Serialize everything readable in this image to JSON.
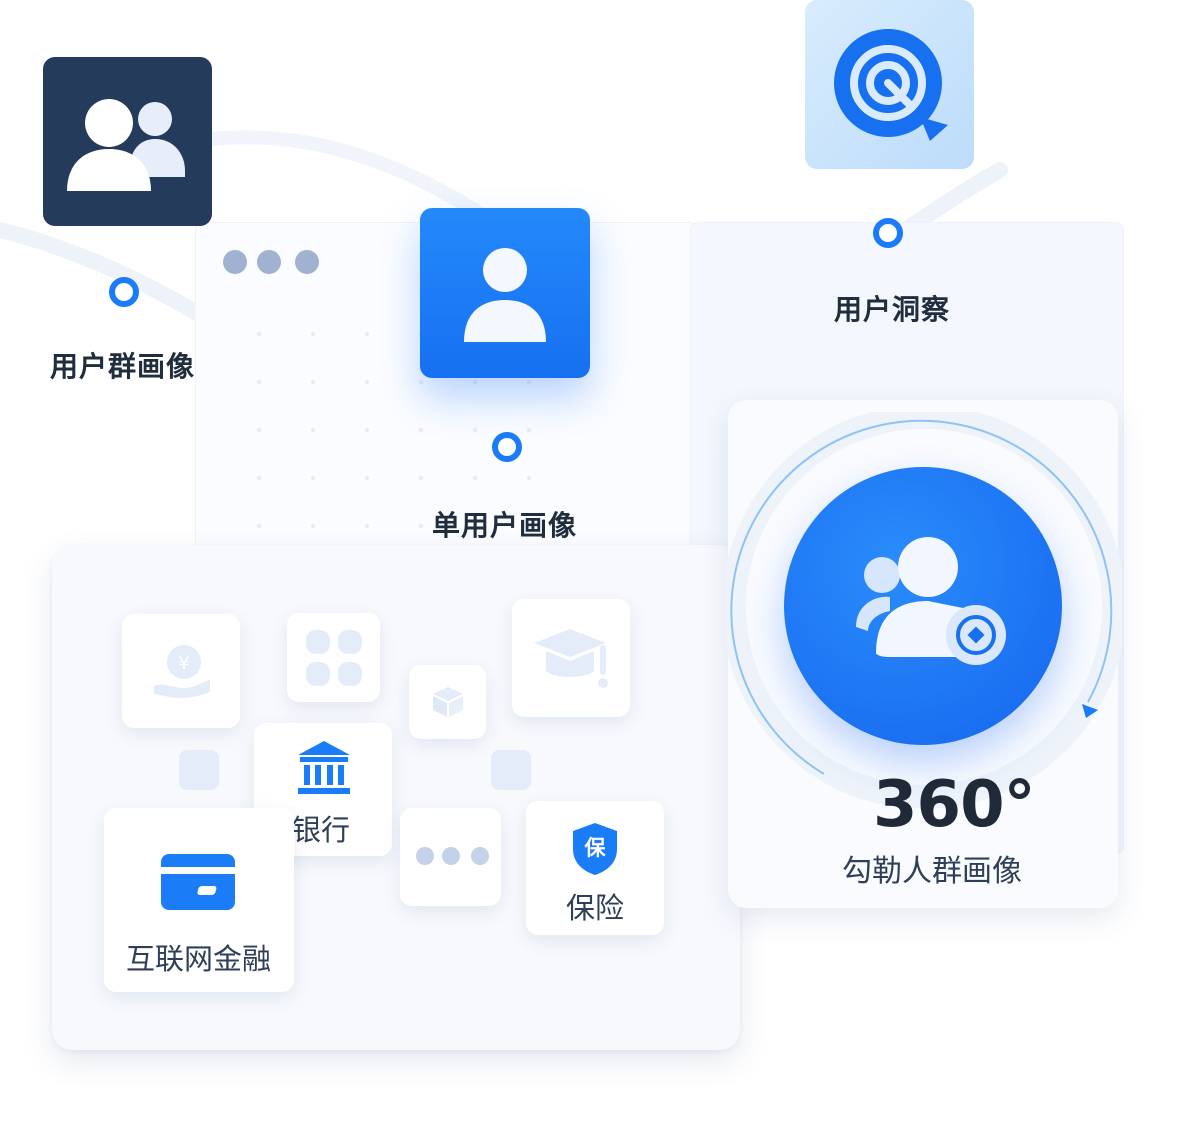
{
  "nodes": {
    "group_portrait": "用户群画像",
    "single_portrait": "单用户画像",
    "user_insight": "用户洞察"
  },
  "sectors": {
    "bank": "银行",
    "internet_finance": "互联网金融",
    "insurance": "保险",
    "insurance_badge": "保"
  },
  "outline_card": {
    "degree": "360°",
    "caption": "勾勒人群画像"
  },
  "colors": {
    "navy": "#243b5c",
    "brand_blue": "#1b7cf7",
    "light_blue": "#cfe6fb",
    "text_dark": "#1f2d3d",
    "muted_icon": "#e3ecf8"
  }
}
